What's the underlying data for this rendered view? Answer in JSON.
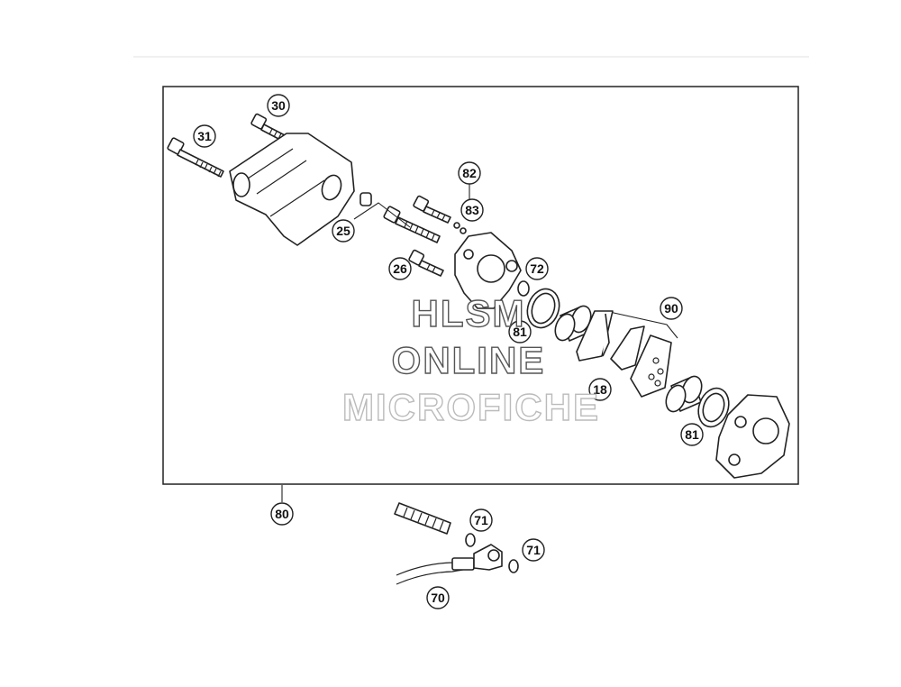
{
  "diagram": {
    "callouts": [
      {
        "id": "c30",
        "label": "30"
      },
      {
        "id": "c31",
        "label": "31"
      },
      {
        "id": "c82",
        "label": "82"
      },
      {
        "id": "c83",
        "label": "83"
      },
      {
        "id": "c25",
        "label": "25"
      },
      {
        "id": "c26",
        "label": "26"
      },
      {
        "id": "c72",
        "label": "72"
      },
      {
        "id": "c90",
        "label": "90"
      },
      {
        "id": "c81a",
        "label": "81"
      },
      {
        "id": "c18",
        "label": "18"
      },
      {
        "id": "c81b",
        "label": "81"
      },
      {
        "id": "c80",
        "label": "80"
      },
      {
        "id": "c71a",
        "label": "71"
      },
      {
        "id": "c71b",
        "label": "71"
      },
      {
        "id": "c70",
        "label": "70"
      }
    ]
  },
  "watermark": {
    "line1": "HLSM",
    "line2": "ONLINE",
    "line3": "MICROFICHE"
  }
}
